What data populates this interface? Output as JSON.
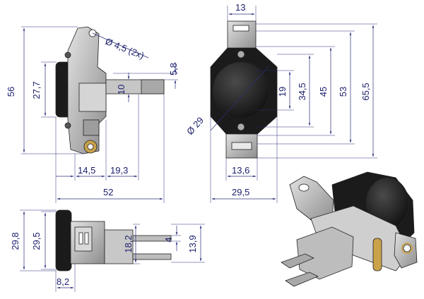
{
  "dimensions": {
    "side_height_56": "56",
    "side_height_27_7": "27,7",
    "hole_diameter": "Ø 4,5  (2x)",
    "terminal_5_8": "5,8",
    "terminal_10": "10",
    "side_14_5": "14,5",
    "side_19_3": "19,3",
    "side_length_52": "52",
    "front_top_13": "13",
    "front_19": "19",
    "front_34_5": "34,5",
    "front_45": "45",
    "front_53": "53",
    "front_65_5": "65,5",
    "front_diameter_29": "Ø 29",
    "front_13_6": "13,6",
    "front_29_5": "29,5",
    "bottom_29_8": "29,8",
    "bottom_29_5": "29,5",
    "bottom_18_2": "18,2",
    "bottom_4": "4",
    "bottom_13_9": "13,9",
    "bottom_8_2": "8,2"
  },
  "colors": {
    "dimension": "#1a1f6b",
    "body_black": "#1b1b1b",
    "metal_grey": "#b7b7b7",
    "metal_dark": "#8a8a8a",
    "brass": "#c9a24a"
  }
}
